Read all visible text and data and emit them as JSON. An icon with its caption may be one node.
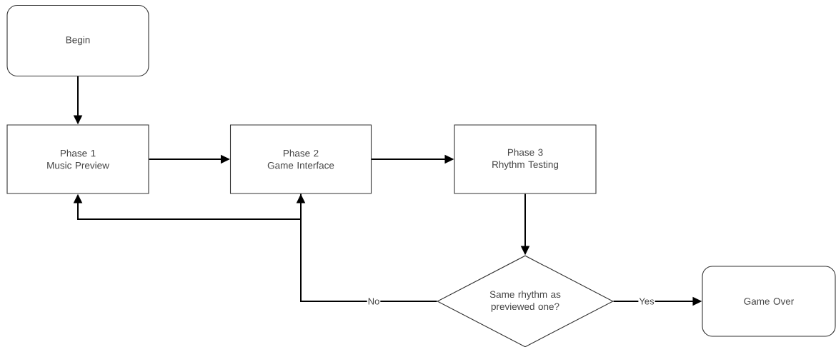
{
  "diagram": {
    "nodes": [
      {
        "text": [
          "Begin"
        ]
      },
      {
        "text": [
          "Phase 1",
          "Music Preview"
        ]
      },
      {
        "text": [
          "Phase 2",
          "Game Interface"
        ]
      },
      {
        "text": [
          "Phase 3",
          "Rhythm Testing"
        ]
      },
      {
        "text": [
          "Same rhythm as previewed one?"
        ]
      },
      {
        "text": [
          "Game Over"
        ]
      }
    ],
    "edges": [
      {
        "from": 0,
        "to": 1,
        "arrow": "to"
      },
      {
        "from": 1,
        "to": 2,
        "arrow": "to"
      },
      {
        "from": 2,
        "to": 3,
        "arrow": "to"
      },
      {
        "from": 3,
        "to": 4,
        "arrow": "to"
      },
      {
        "from": 2,
        "to": 1,
        "arrow": "to"
      },
      {
        "from": 4,
        "to": 2,
        "arrow": "to",
        "label": "No"
      },
      {
        "from": 4,
        "to": 5,
        "arrow": "to",
        "label": "Yes"
      }
    ]
  }
}
